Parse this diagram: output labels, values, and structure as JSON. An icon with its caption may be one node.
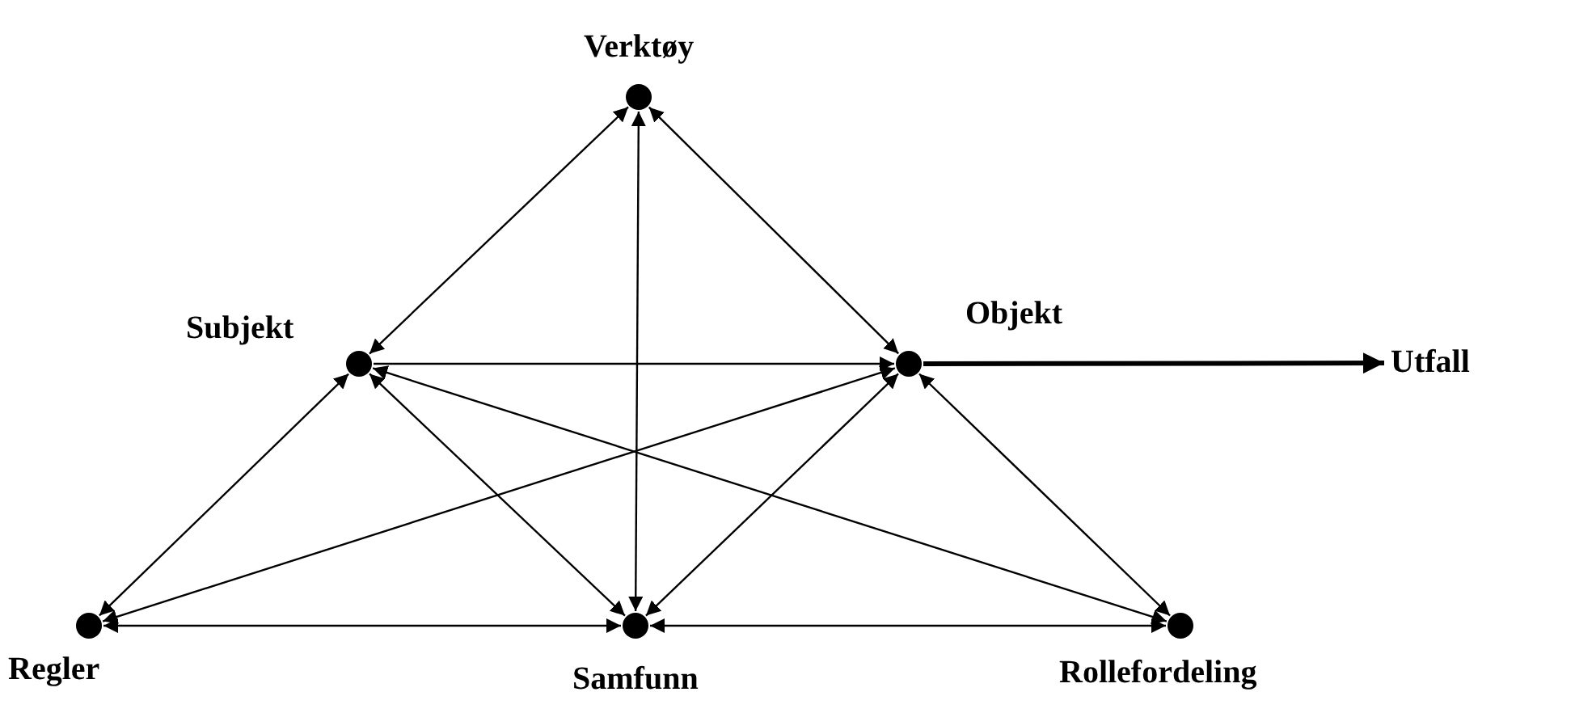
{
  "diagram": {
    "nodes": [
      {
        "text": [
          "Verktøy"
        ]
      },
      {
        "text": [
          "Subjekt"
        ]
      },
      {
        "text": [
          "Objekt"
        ]
      },
      {
        "text": [
          "Regler"
        ]
      },
      {
        "text": [
          "Samfunn"
        ]
      },
      {
        "text": [
          "Rollefordeling"
        ]
      },
      {
        "text": [
          "Utfall"
        ]
      }
    ],
    "edges": [
      {
        "from": 0,
        "to": 1,
        "arrow": "both"
      },
      {
        "from": 0,
        "to": 2,
        "arrow": "both"
      },
      {
        "from": 0,
        "to": 4,
        "arrow": "both"
      },
      {
        "from": 1,
        "to": 2,
        "arrow": "to"
      },
      {
        "from": 1,
        "to": 3,
        "arrow": "both"
      },
      {
        "from": 1,
        "to": 4,
        "arrow": "both"
      },
      {
        "from": 1,
        "to": 5,
        "arrow": "both"
      },
      {
        "from": 2,
        "to": 3,
        "arrow": "both"
      },
      {
        "from": 2,
        "to": 4,
        "arrow": "both"
      },
      {
        "from": 2,
        "to": 5,
        "arrow": "both"
      },
      {
        "from": 3,
        "to": 4,
        "arrow": "both"
      },
      {
        "from": 4,
        "to": 5,
        "arrow": "both"
      },
      {
        "from": 2,
        "to": 6,
        "arrow": "to",
        "style": "thick"
      }
    ]
  }
}
